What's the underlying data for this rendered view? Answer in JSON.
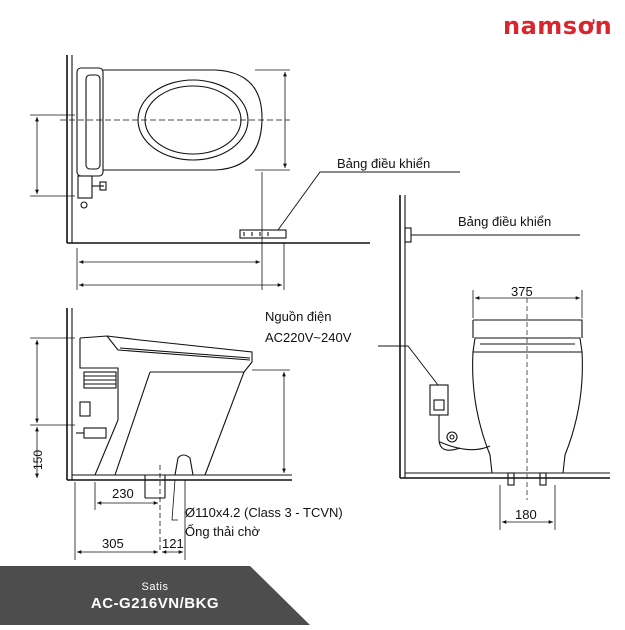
{
  "brand": {
    "logo_text": "namsơn",
    "accent_color": "#d8262f"
  },
  "labels": {
    "control_panel_top": "Bảng điều khiển",
    "control_panel_side": "Bảng điều khiển",
    "power_source": "Nguồn điện",
    "power_voltage": "AC220V~240V",
    "pipe_spec": "Ø110x4.2 (Class 3 - TCVN)",
    "drain_pipe": "Ống thải chờ"
  },
  "dimensions": {
    "d150": "150",
    "d230": "230",
    "d305": "305",
    "d121": "121",
    "d375": "375",
    "d180": "180"
  },
  "product": {
    "series": "Satis",
    "model": "AC-G216VN/BKG",
    "banner_color": "#4d4d4d"
  }
}
